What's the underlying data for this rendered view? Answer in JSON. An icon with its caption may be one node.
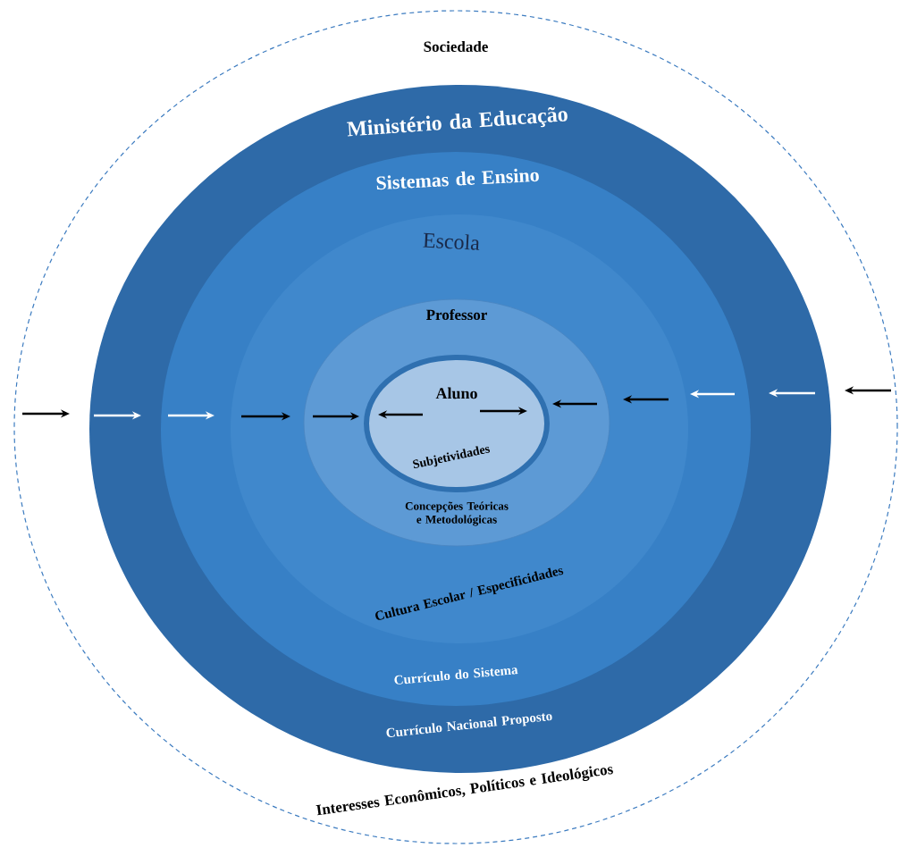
{
  "diagram": {
    "nodes": [
      {
        "text": [
          "Sociedade",
          "Interesses Econômicos,  Políticos e Ideológicos"
        ]
      },
      {
        "text": [
          "Ministério da Educação",
          "Currículo Nacional Proposto"
        ],
        "in": 0
      },
      {
        "text": [
          "Sistemas de Ensino",
          "Currículo do Sistema"
        ],
        "in": 1
      },
      {
        "text": [
          "Escola",
          "Cultura Escolar / Especificidades"
        ],
        "in": 2
      },
      {
        "text": [
          "Professor",
          "Concepções Teóricas e Metodológicas"
        ],
        "in": 3
      },
      {
        "text": [
          "Aluno",
          "Subjetividades"
        ],
        "in": 4
      }
    ]
  }
}
